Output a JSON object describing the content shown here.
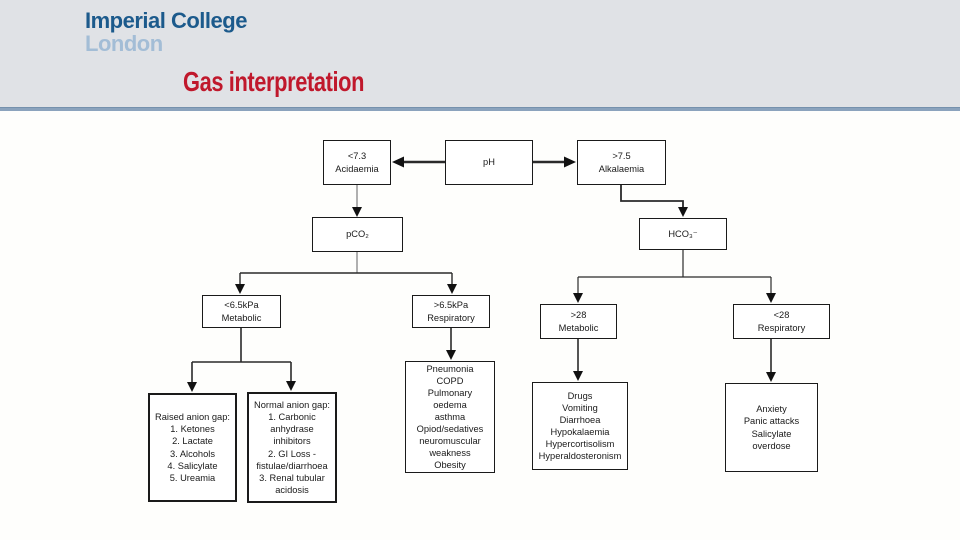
{
  "slide": {
    "logo_line1": "Imperial College",
    "logo_line2": "London",
    "title": "Gas interpretation"
  },
  "colors": {
    "title_red": "#c0182c",
    "logo_navy": "#1c5a8c",
    "logo_light_blue": "#a3bdd6",
    "header_bg": "#e0e2e6",
    "rule_blue": "#8ba3bd",
    "box_border": "#1a1a1a",
    "connector_black": "#2a2a2a",
    "connector_gray": "#909090"
  },
  "diagram": {
    "type": "flowchart",
    "nodes": {
      "ph": {
        "label": "pH"
      },
      "acidaemia": {
        "label": "<7.3\nAcidaemia"
      },
      "alkalaemia": {
        "label": ">7.5\nAlkalaemia"
      },
      "pco2": {
        "label": "pCO₂"
      },
      "hco3": {
        "label": "HCO₃⁻"
      },
      "metab_low": {
        "label": "<6.5kPa\nMetabolic"
      },
      "resp_high": {
        "label": ">6.5kPa\nRespiratory"
      },
      "metab_28": {
        "label": ">28\nMetabolic"
      },
      "resp_28": {
        "label": "<28\nRespiratory"
      },
      "raised_anion": {
        "label": "Raised anion gap:\n1. Ketones\n2. Lactate\n3. Alcohols\n4. Salicylate\n5. Ureamia"
      },
      "normal_anion": {
        "label": "Normal anion gap:\n1. Carbonic\nanhydrase\ninhibitors\n2. GI Loss -\nfistulae/diarrhoea\n3. Renal tubular\nacidosis"
      },
      "resp_causes": {
        "label": "Pneumonia\nCOPD\nPulmonary\noedema\nasthma\nOpiod/sedatives\nneuromuscular\nweakness\nObesity"
      },
      "metab_causes": {
        "label": "Drugs\nVomiting\nDiarrhoea\nHypokalaemia\nHypercortisolism\nHyperaldosteronism"
      },
      "anx_causes": {
        "label": "Anxiety\nPanic attacks\nSalicylate\noverdose"
      }
    },
    "edges": [
      {
        "from": "ph",
        "to": "acidaemia"
      },
      {
        "from": "ph",
        "to": "alkalaemia"
      },
      {
        "from": "acidaemia",
        "to": "pco2"
      },
      {
        "from": "alkalaemia",
        "to": "hco3"
      },
      {
        "from": "pco2",
        "to": "metab_low"
      },
      {
        "from": "pco2",
        "to": "resp_high"
      },
      {
        "from": "hco3",
        "to": "metab_28"
      },
      {
        "from": "hco3",
        "to": "resp_28"
      },
      {
        "from": "metab_low",
        "to": "raised_anion"
      },
      {
        "from": "metab_low",
        "to": "normal_anion"
      },
      {
        "from": "resp_high",
        "to": "resp_causes"
      },
      {
        "from": "metab_28",
        "to": "metab_causes"
      },
      {
        "from": "resp_28",
        "to": "anx_causes"
      }
    ]
  }
}
